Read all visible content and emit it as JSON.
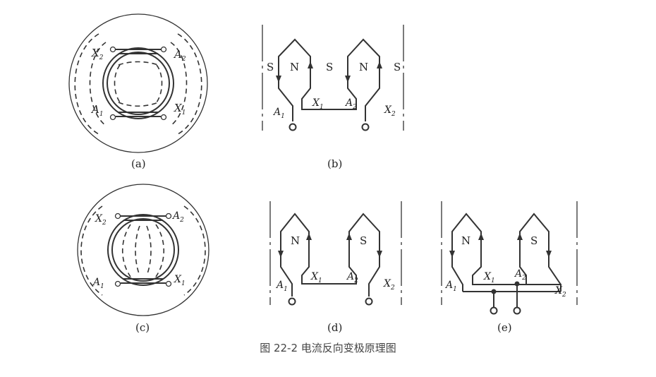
{
  "figure": {
    "caption": "图 22-2   电流反向变极原理图",
    "panels": {
      "a": {
        "label": "(a)",
        "terminals": [
          "X",
          "A",
          "A",
          "X"
        ],
        "subscripts": [
          "2",
          "2",
          "1",
          "1"
        ]
      },
      "b": {
        "label": "(b)",
        "poles": [
          "S",
          "N",
          "S",
          "N",
          "S"
        ],
        "terminals": [
          "A",
          "X",
          "A",
          "X"
        ],
        "subscripts": [
          "1",
          "1",
          "2",
          "2"
        ]
      },
      "c": {
        "label": "(c)",
        "terminals": [
          "X",
          "A",
          "A",
          "X"
        ],
        "subscripts": [
          "2",
          "2",
          "1",
          "1"
        ]
      },
      "d": {
        "label": "(d)",
        "poles": [
          "N",
          "S"
        ],
        "terminals": [
          "A",
          "X",
          "A",
          "X"
        ],
        "subscripts": [
          "1",
          "1",
          "2",
          "2"
        ]
      },
      "e": {
        "label": "(e)",
        "poles": [
          "N",
          "S"
        ],
        "terminals": [
          "A",
          "X",
          "A",
          "X"
        ],
        "subscripts": [
          "1",
          "1",
          "2",
          "2"
        ]
      }
    }
  }
}
